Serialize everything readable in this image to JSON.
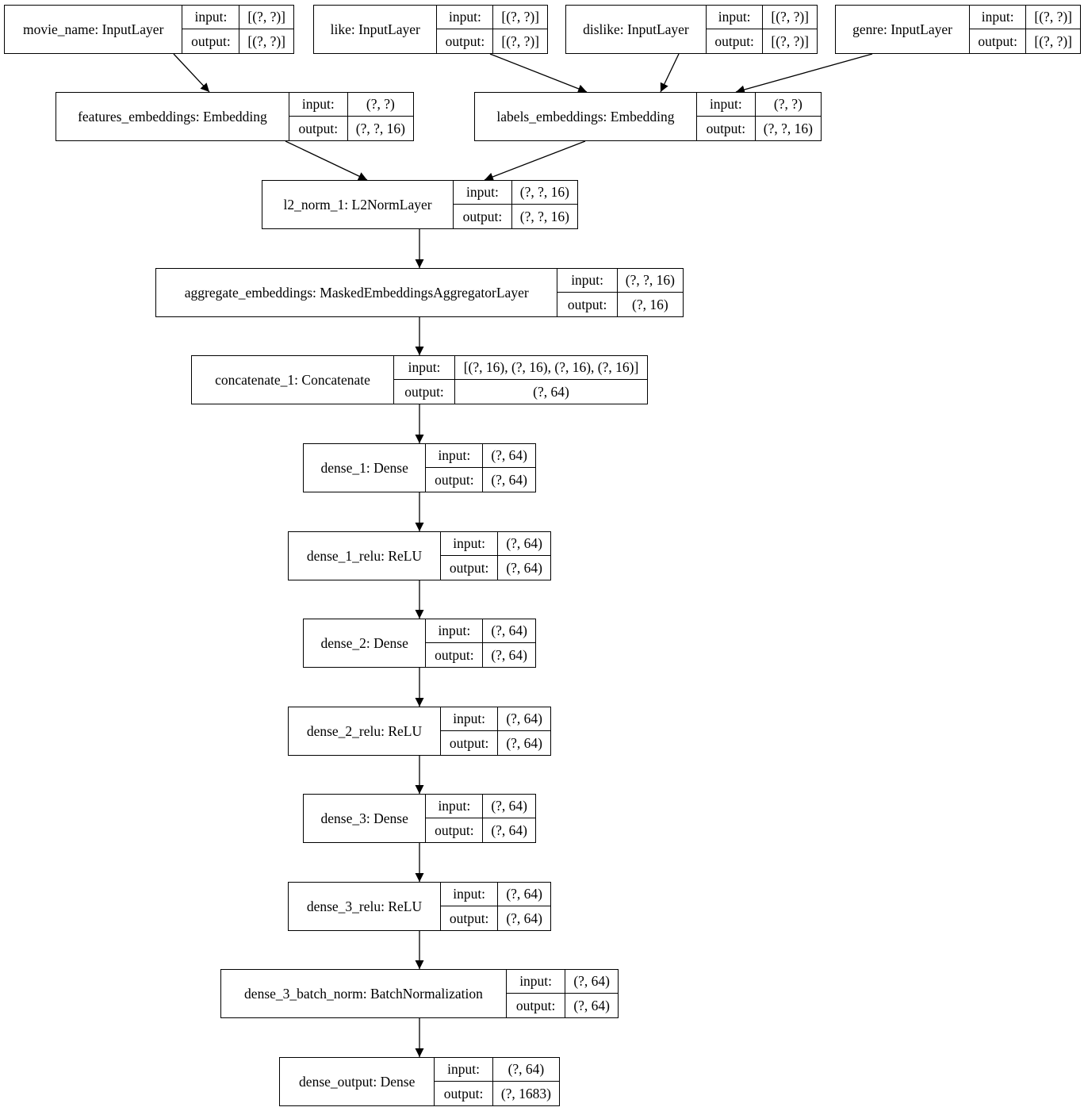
{
  "diagram": {
    "io_labels": {
      "input": "input:",
      "output": "output:"
    },
    "nodes": [
      {
        "id": "movie_name",
        "label": "movie_name: InputLayer",
        "input": "[(?, ?)]",
        "output": "[(?, ?)]"
      },
      {
        "id": "like",
        "label": "like: InputLayer",
        "input": "[(?, ?)]",
        "output": "[(?, ?)]"
      },
      {
        "id": "dislike",
        "label": "dislike: InputLayer",
        "input": "[(?, ?)]",
        "output": "[(?, ?)]"
      },
      {
        "id": "genre",
        "label": "genre: InputLayer",
        "input": "[(?, ?)]",
        "output": "[(?, ?)]"
      },
      {
        "id": "features_embeddings",
        "label": "features_embeddings: Embedding",
        "input": "(?, ?)",
        "output": "(?, ?, 16)"
      },
      {
        "id": "labels_embeddings",
        "label": "labels_embeddings: Embedding",
        "input": "(?, ?)",
        "output": "(?, ?, 16)"
      },
      {
        "id": "l2_norm_1",
        "label": "l2_norm_1: L2NormLayer",
        "input": "(?, ?, 16)",
        "output": "(?, ?, 16)"
      },
      {
        "id": "aggregate_embeddings",
        "label": "aggregate_embeddings: MaskedEmbeddingsAggregatorLayer",
        "input": "(?, ?, 16)",
        "output": "(?, 16)"
      },
      {
        "id": "concatenate_1",
        "label": "concatenate_1: Concatenate",
        "input": "[(?, 16), (?, 16), (?, 16), (?, 16)]",
        "output": "(?, 64)"
      },
      {
        "id": "dense_1",
        "label": "dense_1: Dense",
        "input": "(?, 64)",
        "output": "(?, 64)"
      },
      {
        "id": "dense_1_relu",
        "label": "dense_1_relu: ReLU",
        "input": "(?, 64)",
        "output": "(?, 64)"
      },
      {
        "id": "dense_2",
        "label": "dense_2: Dense",
        "input": "(?, 64)",
        "output": "(?, 64)"
      },
      {
        "id": "dense_2_relu",
        "label": "dense_2_relu: ReLU",
        "input": "(?, 64)",
        "output": "(?, 64)"
      },
      {
        "id": "dense_3",
        "label": "dense_3: Dense",
        "input": "(?, 64)",
        "output": "(?, 64)"
      },
      {
        "id": "dense_3_relu",
        "label": "dense_3_relu: ReLU",
        "input": "(?, 64)",
        "output": "(?, 64)"
      },
      {
        "id": "dense_3_batch_norm",
        "label": "dense_3_batch_norm: BatchNormalization",
        "input": "(?, 64)",
        "output": "(?, 64)"
      },
      {
        "id": "dense_output",
        "label": "dense_output: Dense",
        "input": "(?, 64)",
        "output": "(?, 1683)"
      }
    ],
    "edges": [
      {
        "from": "movie_name",
        "to": "features_embeddings"
      },
      {
        "from": "like",
        "to": "labels_embeddings"
      },
      {
        "from": "dislike",
        "to": "labels_embeddings"
      },
      {
        "from": "genre",
        "to": "labels_embeddings"
      },
      {
        "from": "features_embeddings",
        "to": "l2_norm_1"
      },
      {
        "from": "labels_embeddings",
        "to": "l2_norm_1"
      },
      {
        "from": "l2_norm_1",
        "to": "aggregate_embeddings"
      },
      {
        "from": "aggregate_embeddings",
        "to": "concatenate_1"
      },
      {
        "from": "concatenate_1",
        "to": "dense_1"
      },
      {
        "from": "dense_1",
        "to": "dense_1_relu"
      },
      {
        "from": "dense_1_relu",
        "to": "dense_2"
      },
      {
        "from": "dense_2",
        "to": "dense_2_relu"
      },
      {
        "from": "dense_2_relu",
        "to": "dense_3"
      },
      {
        "from": "dense_3",
        "to": "dense_3_relu"
      },
      {
        "from": "dense_3_relu",
        "to": "dense_3_batch_norm"
      },
      {
        "from": "dense_3_batch_norm",
        "to": "dense_output"
      }
    ]
  }
}
